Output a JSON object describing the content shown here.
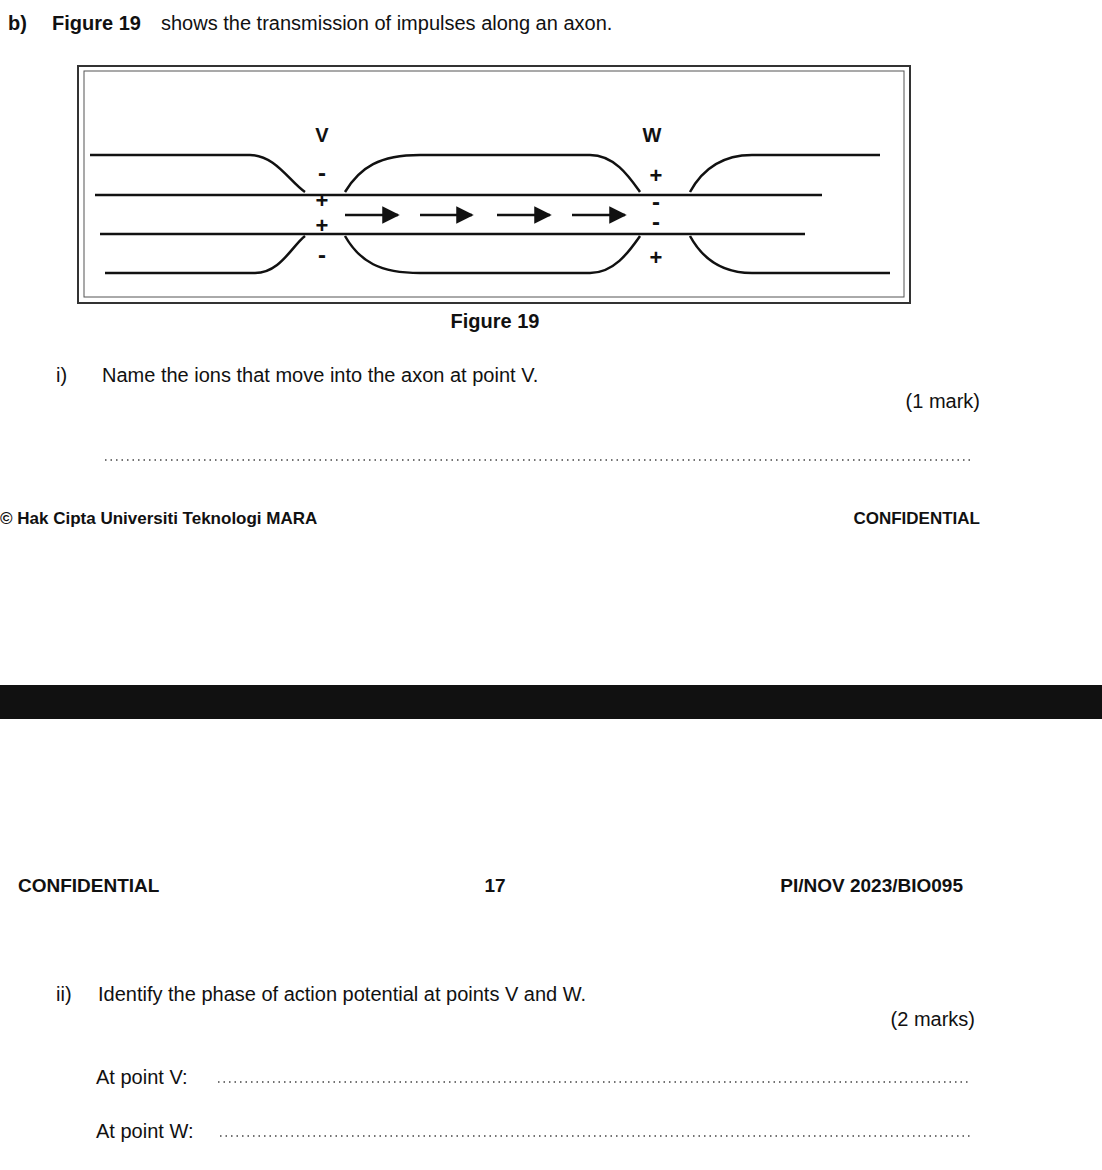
{
  "diagram": {
    "labels": [
      "b)",
      "Figure 19",
      "shows the transmission of impulses along an axon.",
      "V",
      "-",
      "+",
      "+",
      "-",
      "W",
      "+",
      "-",
      "-",
      "+",
      "Figure 19",
      "i)",
      "Name the ions that move into the axon at point V.",
      "(1 mark)",
      "© Hak Cipta Universiti Teknologi MARA",
      "CONFIDENTIAL",
      "CONFIDENTIAL",
      "17",
      "PI/NOV 2023/BIO095",
      "ii)",
      "Identify the phase of action potential at points V and W.",
      "(2 marks)",
      "At point V:",
      "At point W:"
    ]
  }
}
